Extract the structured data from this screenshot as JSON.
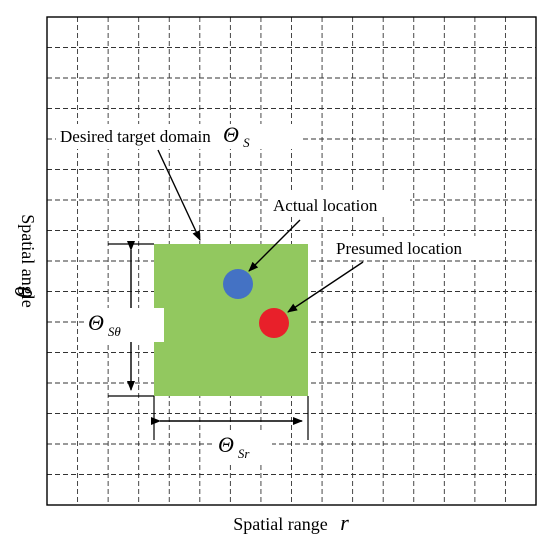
{
  "axes": {
    "x_label": "Spatial range",
    "x_symbol": "r",
    "y_label": "Spatial angle",
    "y_symbol": "θ"
  },
  "grid": {
    "columns": 16,
    "rows": 16,
    "line_style": "dashed"
  },
  "annotations": {
    "domain_label": "Desired target domain",
    "domain_symbol": "Θ",
    "domain_symbol_sub": "S",
    "actual_label": "Actual location",
    "presumed_label": "Presumed location"
  },
  "dimensions": {
    "theta_symbol": "Θ",
    "theta_sub": "Sθ",
    "range_symbol": "Θ",
    "range_sub": "Sr"
  },
  "colors": {
    "domain_fill": "#92c85f",
    "actual_point": "#4472c4",
    "presumed_point": "#e8202a",
    "grid": "#333333",
    "frame": "#000000"
  }
}
